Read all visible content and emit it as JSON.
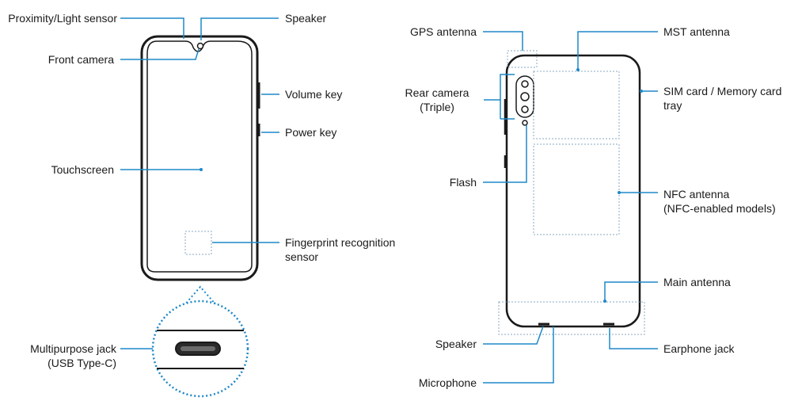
{
  "front": {
    "proximity_sensor": "Proximity/Light sensor",
    "speaker": "Speaker",
    "front_camera": "Front camera",
    "volume_key": "Volume key",
    "power_key": "Power key",
    "touchscreen": "Touchscreen",
    "fingerprint_line1": "Fingerprint recognition",
    "fingerprint_line2": "sensor",
    "jack_line1": "Multipurpose jack",
    "jack_line2": "(USB Type-C)"
  },
  "back": {
    "gps_antenna": "GPS antenna",
    "mst_antenna": "MST antenna",
    "rear_camera_line1": "Rear camera",
    "rear_camera_line2": "(Triple)",
    "sim_tray_line1": "SIM card / Memory card",
    "sim_tray_line2": "tray",
    "flash": "Flash",
    "nfc_line1": "NFC antenna",
    "nfc_line2": "(NFC-enabled models)",
    "main_antenna": "Main antenna",
    "speaker": "Speaker",
    "earphone_jack": "Earphone jack",
    "microphone": "Microphone"
  },
  "colors": {
    "outline": "#1a1a1a",
    "accent": "#1e88c8",
    "dotted": "#8aa8c0"
  }
}
